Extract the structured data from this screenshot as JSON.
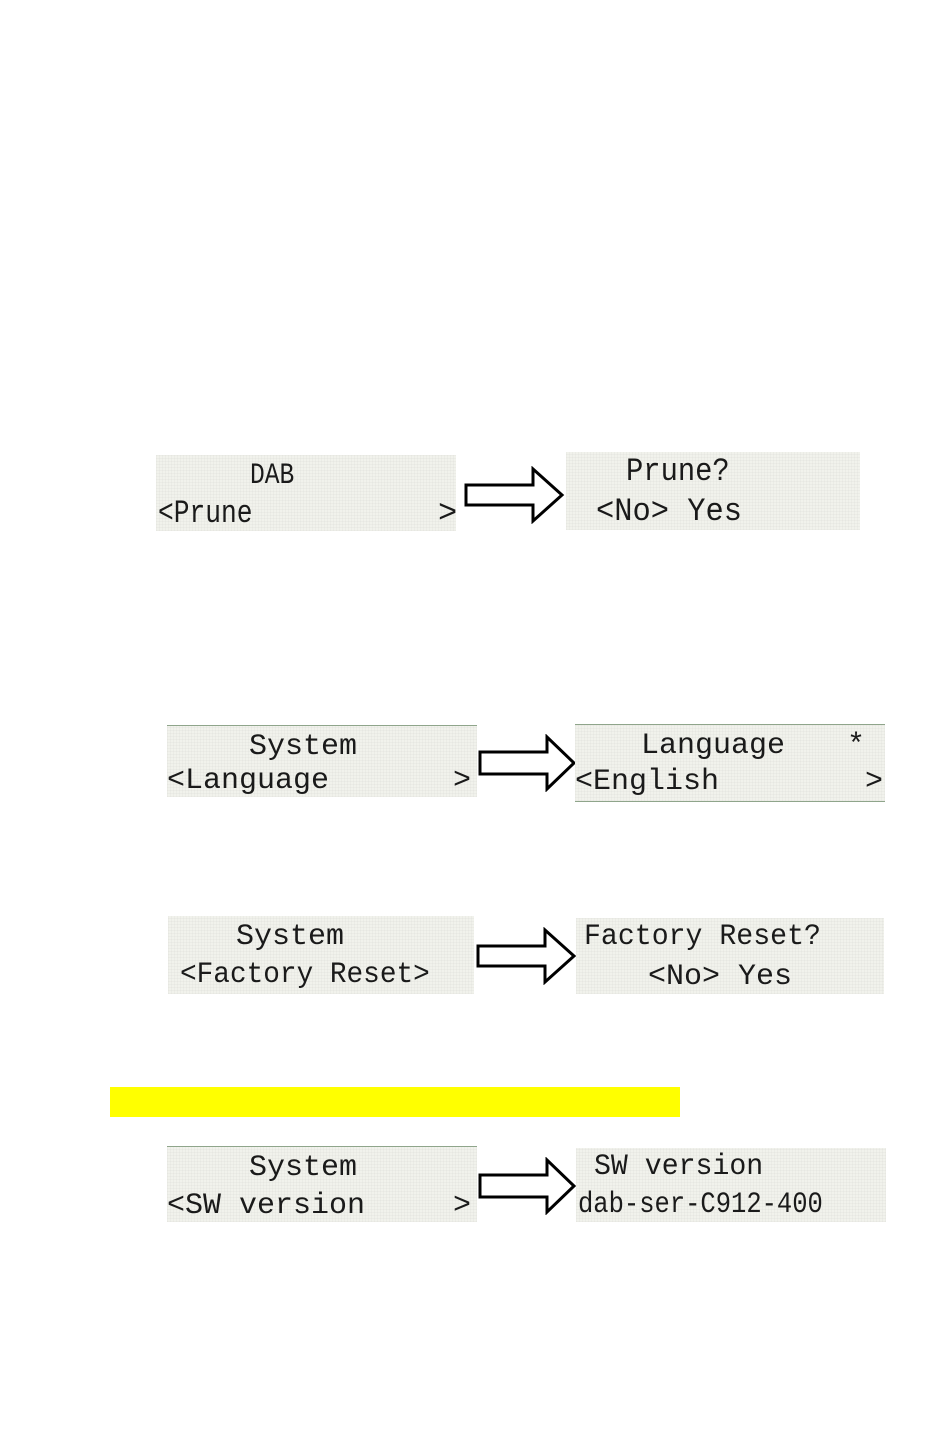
{
  "rows": [
    {
      "left": {
        "line1": "DAB",
        "line2": "<Prune",
        "line2_right": ">"
      },
      "right": {
        "line1": "Prune?",
        "line2": "<No> Yes",
        "line2_right": ""
      }
    },
    {
      "left": {
        "line1": "System",
        "line2": "<Language",
        "line2_right": ">"
      },
      "right": {
        "line1": "Language",
        "line1_right": "*",
        "line2": "<English",
        "line2_right": ">"
      }
    },
    {
      "left": {
        "line1": "System",
        "line2": "<Factory Reset>",
        "line2_right": ""
      },
      "right": {
        "line1": "Factory Reset?",
        "line2": "<No> Yes",
        "line2_right": ""
      }
    },
    {
      "left": {
        "line1": "System",
        "line2": "<SW version",
        "line2_right": ">"
      },
      "right": {
        "line1": "SW version",
        "line2": "dab-ser-C912-400",
        "line2_right": ""
      }
    }
  ],
  "colors": {
    "highlight": "#ffff00",
    "lcd_background": "#f1f2ec",
    "lcd_text": "#1a1a1a",
    "arrow_stroke": "#000000"
  },
  "icons": [
    "right-arrow-icon"
  ]
}
